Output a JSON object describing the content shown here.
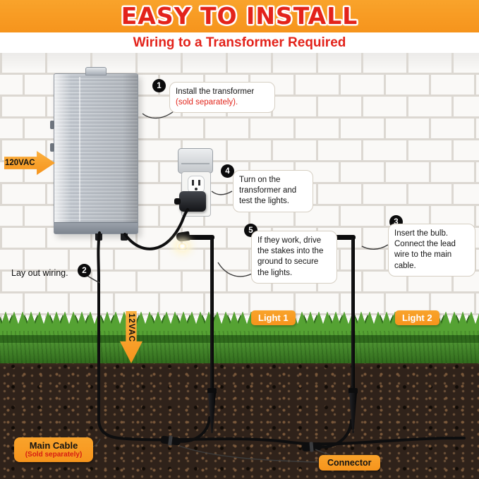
{
  "header": {
    "title": "EASY TO INSTALL",
    "subtitle": "Wiring to a Transformer Required"
  },
  "arrows": {
    "input_voltage": "120VAC",
    "output_voltage": "12VAC"
  },
  "steps": [
    {
      "number": "1",
      "text": "Install the transformer",
      "note": "(sold separately)."
    },
    {
      "number": "2",
      "text": "Lay out wiring."
    },
    {
      "number": "3",
      "text": "Insert the bulb. Connect the lead wire to the main cable."
    },
    {
      "number": "4",
      "text": "Turn on the transformer and test the lights."
    },
    {
      "number": "5",
      "text": "If they work, drive the stakes into the ground to secure the lights."
    }
  ],
  "lights": [
    {
      "label": "Light 1"
    },
    {
      "label": "Light 2"
    }
  ],
  "cable": {
    "label": "Main Cable",
    "note": "(Sold separately)"
  },
  "connector": {
    "label": "Connector"
  },
  "colors": {
    "accent_orange": "#F6941C",
    "accent_red": "#E3231B",
    "grass_green": "#4E9A30",
    "soil_brown": "#2f221a"
  }
}
